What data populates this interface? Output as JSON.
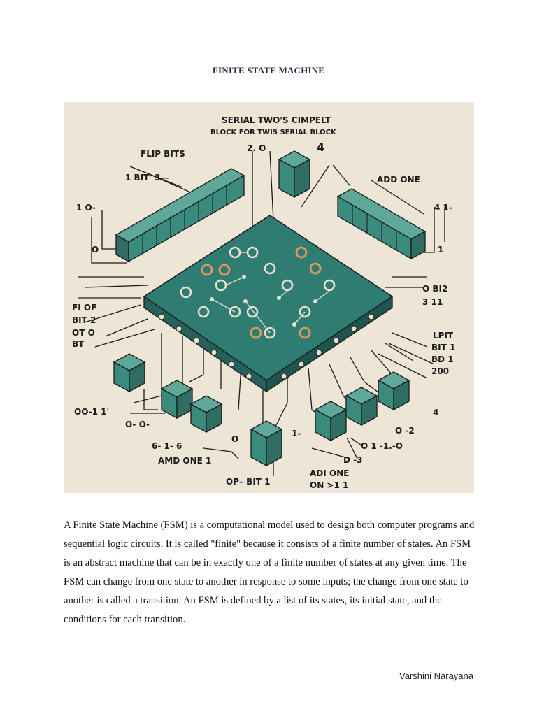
{
  "document": {
    "title": "FINITE STATE MACHINE",
    "body": "A Finite State Machine (FSM) is a computational model used to design both computer programs and sequential logic circuits. It is called \"finite\" because it consists of a finite number of states. An FSM is an abstract machine that can be in exactly one of a finite number of states at any given time. The FSM can change from one state to another in response to some inputs; the change from one state to another is called a transition. An FSM is defined by a list of its states, its initial state, and the conditions for each transition.",
    "author": "Varshini Narayana"
  },
  "figure": {
    "colors": {
      "background": "#ede6d6",
      "chip": "#2f7c72",
      "block": "#3a8a7d",
      "accent": "#e49a5a",
      "line": "#1b1b1b"
    },
    "labels": {
      "heading_line1": "SERIAL TWO'S CIMPELT",
      "heading_line2": "BLOCK FOR TWIS SERIAL BLOCK",
      "flip_bits": "FLIP BITS",
      "one_bit_three": "1 BIT' 3—",
      "two_o": "2. O",
      "four_top": "4",
      "add_one": "ADD ONE",
      "one_o_left": "1  O-",
      "four_one_right": "4  1-",
      "o_left": "O",
      "one_right": "1",
      "o_bi2": "O BI2",
      "three_11": "3 11",
      "fi_of": "FI OF",
      "bit_2": "BIT 2",
      "ot_o": "OT O",
      "bt": "BT",
      "lpit": "LPIT",
      "bit_1": "BIT 1",
      "bd_1": "BD 1",
      "two_hundred": "200",
      "oo_11": "OO-1 1'",
      "o_o": "O-  O-",
      "four_right_low": "4",
      "six_one_six": "6- 1- 6",
      "o_mid": "O",
      "one_mid": "1-",
      "o_minus_2": "O -2",
      "o_1_1_0": "O  1 -1.-O",
      "amd_one": "AMD ONE 1",
      "d_3": "D -3",
      "adi_one": "ADI ONE",
      "on_11": "ON >1 1",
      "op_bit": "OP– BIT 1"
    }
  }
}
